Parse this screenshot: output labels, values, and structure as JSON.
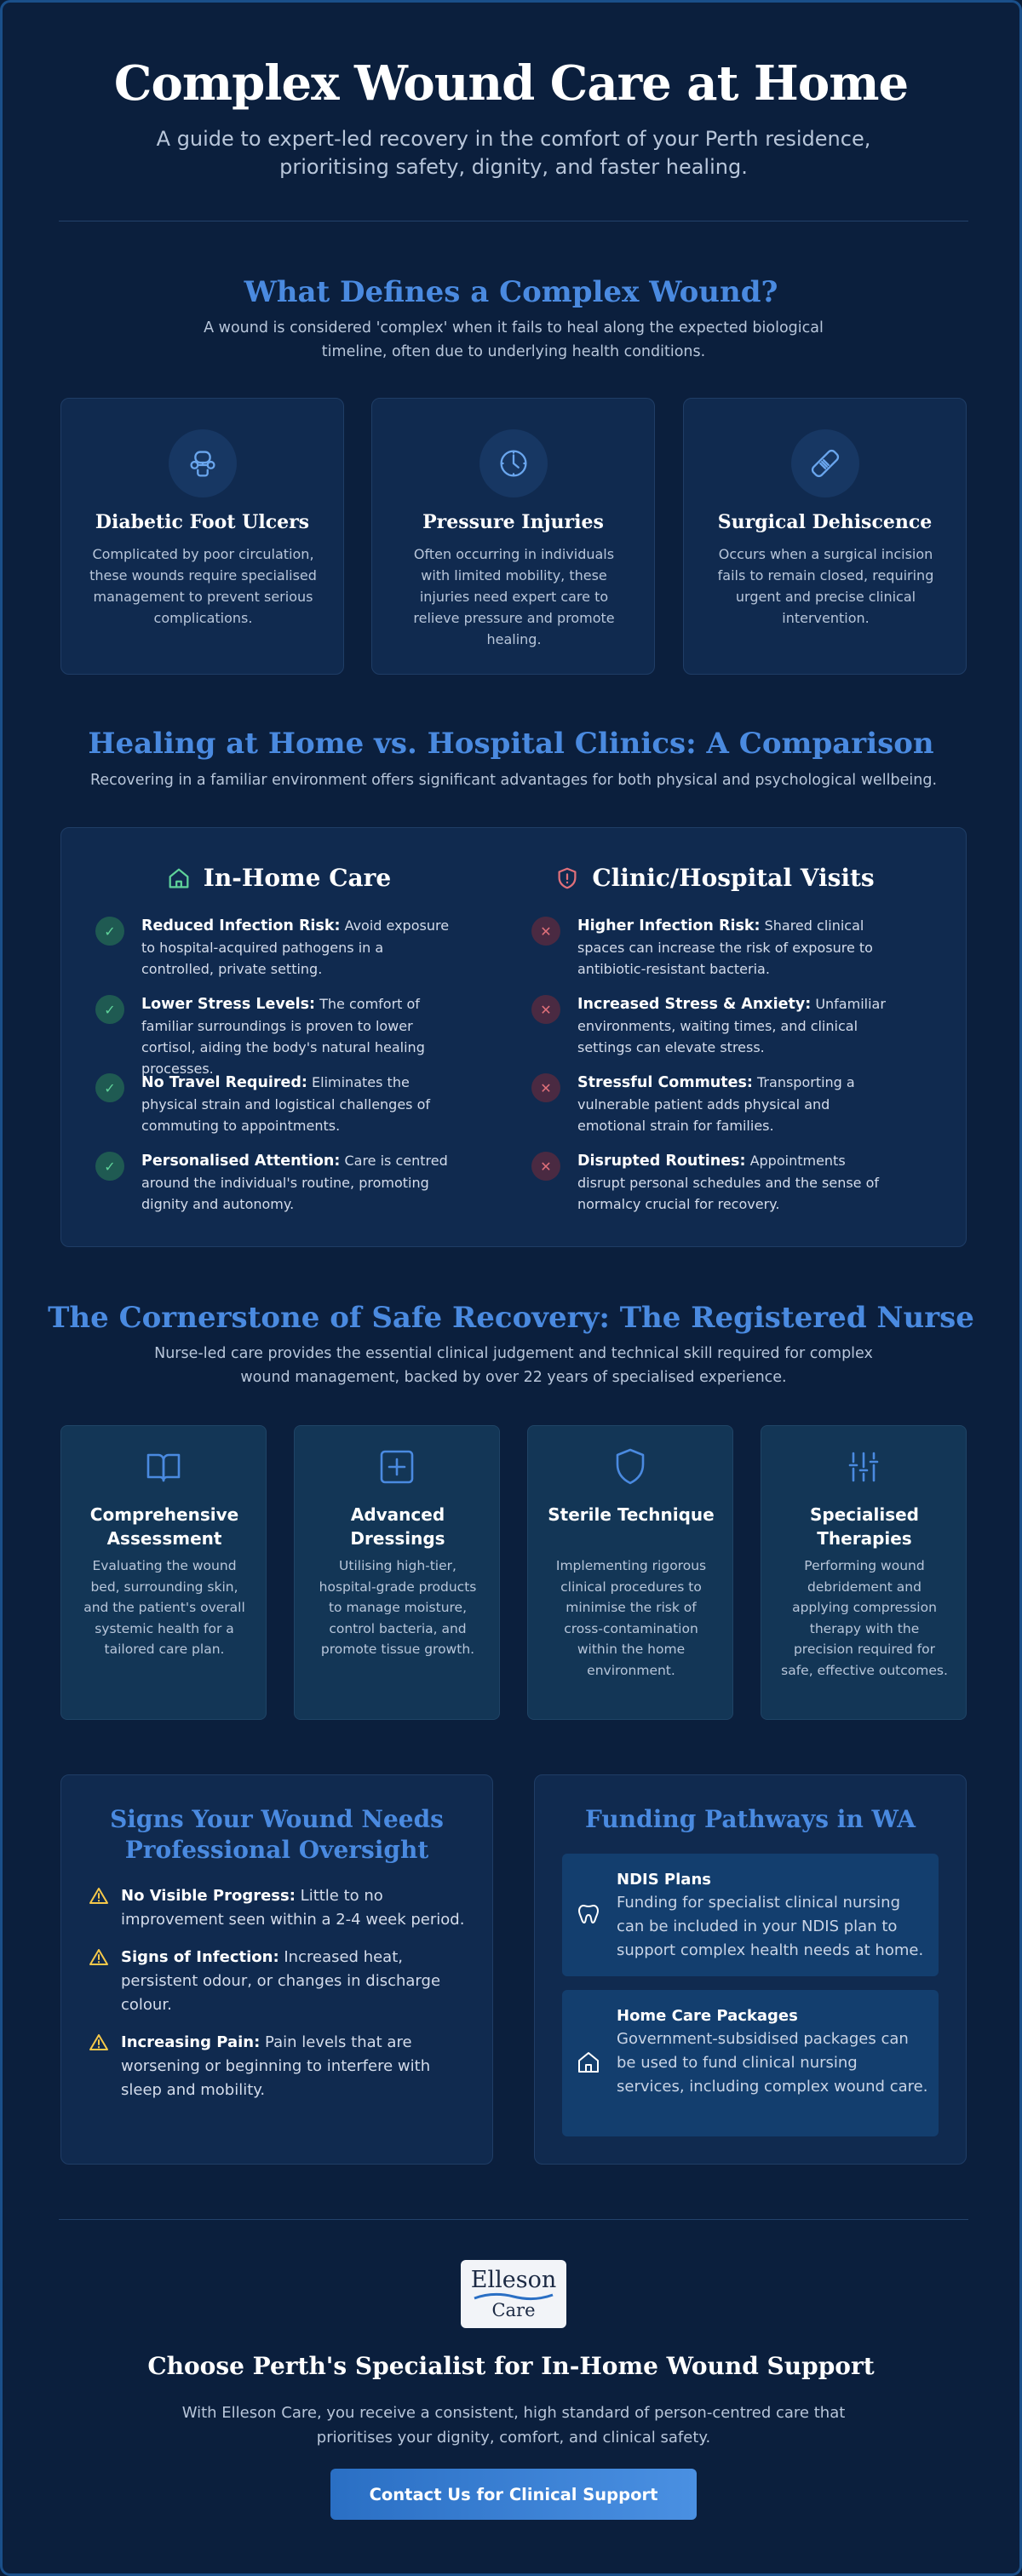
{
  "hero": {
    "title": "Complex Wound Care at Home",
    "subtitle": "A guide to expert-led recovery in the comfort of your Perth residence, prioritising safety, dignity, and faster healing."
  },
  "definition": {
    "title": "What Defines a Complex Wound?",
    "subtitle": "A wound is considered 'complex' when it fails to heal along the expected biological timeline, often due to underlying health conditions.",
    "cards": [
      {
        "icon": "foot-icon",
        "title": "Diabetic Foot Ulcers",
        "text": "Complicated by poor circulation, these wounds require specialised management to prevent serious complications."
      },
      {
        "icon": "clock-icon",
        "title": "Pressure Injuries",
        "text": "Often occurring in individuals with limited mobility, these injuries need expert care to relieve pressure and promote healing."
      },
      {
        "icon": "bandage-icon",
        "title": "Surgical Dehiscence",
        "text": "Occurs when a surgical incision fails to remain closed, requiring urgent and precise clinical intervention."
      }
    ]
  },
  "comparison": {
    "title": "Healing at Home vs. Hospital Clinics: A Comparison",
    "subtitle": "Recovering in a familiar environment offers significant advantages for both physical and psychological wellbeing.",
    "home": {
      "heading": "In-Home Care",
      "items": [
        {
          "bold": "Reduced Infection Risk:",
          "text": " Avoid exposure to hospital-acquired pathogens in a controlled, private setting."
        },
        {
          "bold": "Lower Stress Levels:",
          "text": " The comfort of familiar surroundings is proven to lower cortisol, aiding the body's natural healing processes."
        },
        {
          "bold": "No Travel Required:",
          "text": " Eliminates the physical strain and logistical challenges of commuting to appointments."
        },
        {
          "bold": "Personalised Attention:",
          "text": " Care is centred around the individual's routine, promoting dignity and autonomy."
        }
      ]
    },
    "clinic": {
      "heading": "Clinic/Hospital Visits",
      "items": [
        {
          "bold": "Higher Infection Risk:",
          "text": " Shared clinical spaces can increase the risk of exposure to antibiotic-resistant bacteria."
        },
        {
          "bold": "Increased Stress & Anxiety:",
          "text": " Unfamiliar environments, waiting times, and clinical settings can elevate stress."
        },
        {
          "bold": "Stressful Commutes:",
          "text": " Transporting a vulnerable patient adds physical and emotional strain for families."
        },
        {
          "bold": "Disrupted Routines:",
          "text": " Appointments disrupt personal schedules and the sense of normalcy crucial for recovery."
        }
      ]
    },
    "check_glyph": "✓",
    "cross_glyph": "✕"
  },
  "nurse": {
    "title": "The Cornerstone of Safe Recovery: The Registered Nurse",
    "subtitle": "Nurse-led care provides the essential clinical judgement and technical skill required for complex wound management, backed by over 22 years of specialised experience.",
    "cards": [
      {
        "icon": "book-icon",
        "title": "Comprehensive Assessment",
        "text": "Evaluating the wound bed, surrounding skin, and the patient's overall systemic health for a tailored care plan."
      },
      {
        "icon": "plus-square-icon",
        "title": "Advanced Dressings",
        "text": "Utilising high-tier, hospital-grade products to manage moisture, control bacteria, and promote tissue growth."
      },
      {
        "icon": "shield-icon",
        "title": "Sterile Technique",
        "text": "Implementing rigorous clinical procedures to minimise the risk of cross-contamination within the home environment."
      },
      {
        "icon": "sliders-icon",
        "title": "Specialised Therapies",
        "text": "Performing wound debridement and applying compression therapy with the precision required for safe, effective outcomes."
      }
    ]
  },
  "signs": {
    "title": "Signs Your Wound Needs Professional Oversight",
    "items": [
      {
        "bold": "No Visible Progress:",
        "text": " Little to no improvement seen within a 2-4 week period."
      },
      {
        "bold": "Signs of Infection:",
        "text": " Increased heat, persistent odour, or changes in discharge colour."
      },
      {
        "bold": "Increasing Pain:",
        "text": " Pain levels that are worsening or beginning to interfere with sleep and mobility."
      }
    ]
  },
  "funding": {
    "title": "Funding Pathways in WA",
    "items": [
      {
        "icon": "tooth-icon",
        "title": "NDIS Plans",
        "text": "Funding for specialist clinical nursing can be included in your NDIS plan to support complex health needs at home."
      },
      {
        "icon": "home-icon",
        "title": "Home Care Packages",
        "text": "Government-subsidised packages can be used to fund clinical nursing services, including complex wound care."
      }
    ]
  },
  "footer": {
    "logo_line1": "Elleson",
    "logo_line2": "Care",
    "title": "Choose Perth's Specialist for In-Home Wound Support",
    "subtitle": "With Elleson Care, you receive a consistent, high standard of person-centred care that prioritises your dignity, comfort, and clinical safety.",
    "button": "Contact Us for Clinical Support"
  },
  "colors": {
    "background": "#0b1f3d",
    "accent": "#4a8ae0",
    "card": "#102a4f",
    "positive": "#5fd39a",
    "negative": "#e0707a",
    "warning": "#f5c84a"
  }
}
